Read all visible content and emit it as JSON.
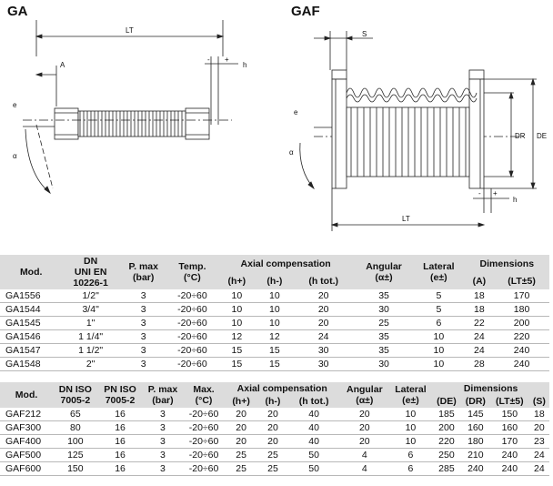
{
  "headings": {
    "ga": "GA",
    "gaf": "GAF"
  },
  "drawing_labels": {
    "lt": "LT",
    "a": "A",
    "h": "h",
    "e": "e",
    "alpha": "α",
    "s": "S",
    "dr": "DR",
    "de": "DE",
    "plus": "+",
    "minus": "-"
  },
  "table1": {
    "headers": {
      "mod": "Mod.",
      "dn": [
        "DN",
        "UNI EN",
        "10226-1"
      ],
      "pmax": [
        "P. max",
        "(bar)"
      ],
      "temp": [
        "Temp.",
        "(°C)"
      ],
      "axial": "Axial compensation",
      "hplus": "(h+)",
      "hminus": "(h-)",
      "htot": "(h tot.)",
      "angular": [
        "Angular",
        "(α±)"
      ],
      "lateral": [
        "Lateral",
        "(e±)"
      ],
      "dimensions": "Dimensions",
      "a": "(A)",
      "lt": "(LT±5)"
    },
    "rows": [
      [
        "GA1556",
        "1/2\"",
        "3",
        "-20÷60",
        "10",
        "10",
        "20",
        "35",
        "5",
        "18",
        "170"
      ],
      [
        "GA1544",
        "3/4\"",
        "3",
        "-20÷60",
        "10",
        "10",
        "20",
        "30",
        "5",
        "18",
        "180"
      ],
      [
        "GA1545",
        "1\"",
        "3",
        "-20÷60",
        "10",
        "10",
        "20",
        "25",
        "6",
        "22",
        "200"
      ],
      [
        "GA1546",
        "1 1/4\"",
        "3",
        "-20÷60",
        "12",
        "12",
        "24",
        "35",
        "10",
        "24",
        "220"
      ],
      [
        "GA1547",
        "1 1/2\"",
        "3",
        "-20÷60",
        "15",
        "15",
        "30",
        "35",
        "10",
        "24",
        "240"
      ],
      [
        "GA1548",
        "2\"",
        "3",
        "-20÷60",
        "15",
        "15",
        "30",
        "30",
        "10",
        "28",
        "240"
      ]
    ]
  },
  "table2": {
    "headers": {
      "mod": "Mod.",
      "dniso": [
        "DN ISO",
        "7005-2"
      ],
      "pniso": [
        "PN ISO",
        "7005-2"
      ],
      "pmax": [
        "P. max",
        "(bar)"
      ],
      "max": [
        "Max.",
        "(°C)"
      ],
      "axial": "Axial compensation",
      "hplus": "(h+)",
      "hminus": "(h-)",
      "htot": "(h tot.)",
      "angular": [
        "Angular",
        "(α±)"
      ],
      "lateral": [
        "Lateral",
        "(e±)"
      ],
      "dimensions": "Dimensions",
      "de": "(DE)",
      "dr": "(DR)",
      "lt": "(LT±5)",
      "s": "(S)"
    },
    "rows": [
      [
        "GAF212",
        "65",
        "16",
        "3",
        "-20÷60",
        "20",
        "20",
        "40",
        "20",
        "10",
        "185",
        "145",
        "150",
        "18"
      ],
      [
        "GAF300",
        "80",
        "16",
        "3",
        "-20÷60",
        "20",
        "20",
        "40",
        "20",
        "10",
        "200",
        "160",
        "160",
        "20"
      ],
      [
        "GAF400",
        "100",
        "16",
        "3",
        "-20÷60",
        "20",
        "20",
        "40",
        "20",
        "10",
        "220",
        "180",
        "170",
        "23"
      ],
      [
        "GAF500",
        "125",
        "16",
        "3",
        "-20÷60",
        "25",
        "25",
        "50",
        "4",
        "6",
        "250",
        "210",
        "240",
        "24"
      ],
      [
        "GAF600",
        "150",
        "16",
        "3",
        "-20÷60",
        "25",
        "25",
        "50",
        "4",
        "6",
        "285",
        "240",
        "240",
        "24"
      ]
    ]
  }
}
